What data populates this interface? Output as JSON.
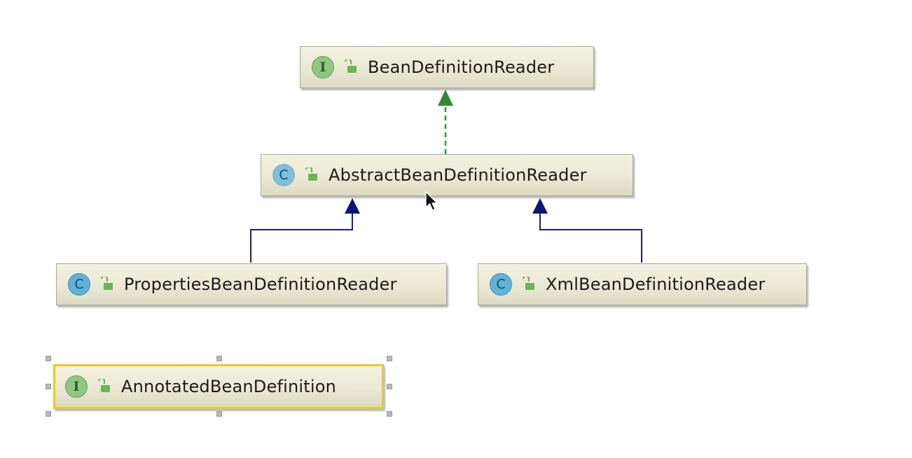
{
  "diagram": {
    "nodes": [
      {
        "id": "bean-definition-reader",
        "kind": "interface",
        "kind_glyph": "I",
        "label": "BeanDefinitionReader"
      },
      {
        "id": "abstract-bean-definition-reader",
        "kind": "abstract-class",
        "kind_glyph": "C",
        "label": "AbstractBeanDefinitionReader"
      },
      {
        "id": "properties-bean-definition-reader",
        "kind": "class",
        "kind_glyph": "C",
        "label": "PropertiesBeanDefinitionReader"
      },
      {
        "id": "xml-bean-definition-reader",
        "kind": "class",
        "kind_glyph": "C",
        "label": "XmlBeanDefinitionReader"
      },
      {
        "id": "annotated-bean-definition",
        "kind": "interface",
        "kind_glyph": "I",
        "label": "AnnotatedBeanDefinition",
        "selected": true
      }
    ],
    "edges": [
      {
        "from": "abstract-bean-definition-reader",
        "to": "bean-definition-reader",
        "relation": "implements",
        "style": "dashed",
        "color": "#2e9a3c"
      },
      {
        "from": "properties-bean-definition-reader",
        "to": "abstract-bean-definition-reader",
        "relation": "extends",
        "style": "solid",
        "color": "#1c1f8f"
      },
      {
        "from": "xml-bean-definition-reader",
        "to": "abstract-bean-definition-reader",
        "relation": "extends",
        "style": "solid",
        "color": "#1c1f8f"
      }
    ],
    "colors": {
      "implements_arrow": "#2e9a3c",
      "extends_arrow": "#1c1f8f",
      "selection_border": "#ecc928",
      "interface_badge": "#8fc781",
      "class_badge": "#5fb3d9",
      "lock_icon": "#6cb35a"
    },
    "icons": {
      "visibility": "unlocked-padlock-icon",
      "cursor": "mouse-pointer-icon"
    }
  }
}
